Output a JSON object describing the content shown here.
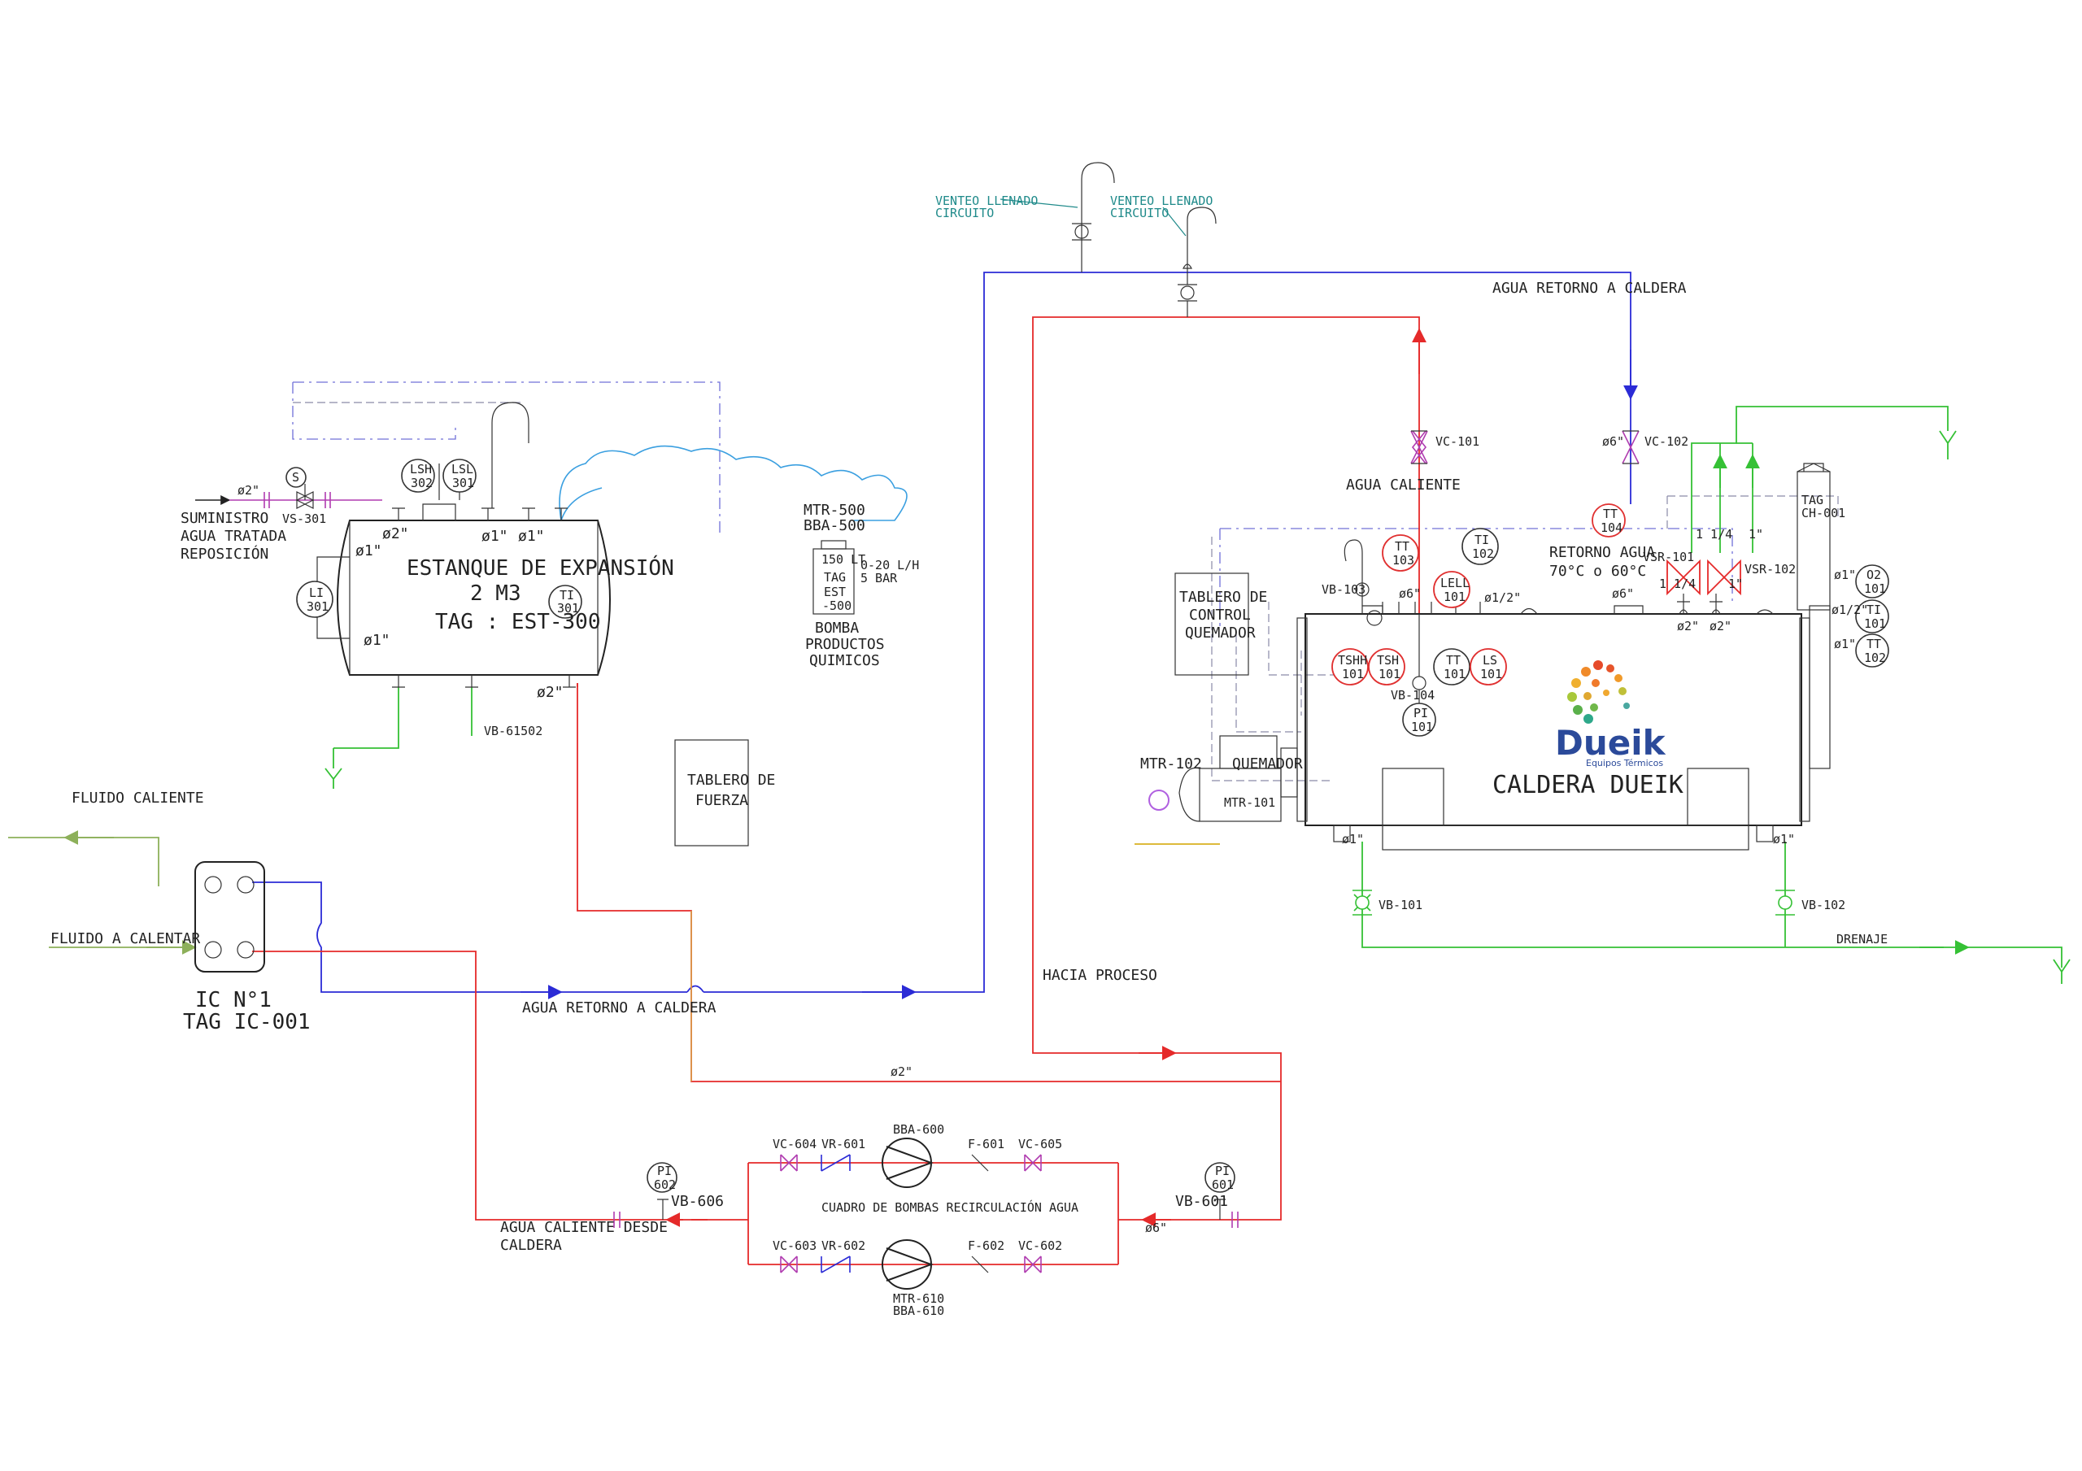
{
  "tank": {
    "title": "ESTANQUE DE EXPANSIÓN",
    "capacity": "2 M3",
    "tag": "TAG : EST-300",
    "supply": [
      "SUMINISTRO",
      "AGUA TRATADA",
      "REPOSICIÓN"
    ],
    "supply_size": "ø2\"",
    "valve_vs": "VS-301",
    "valve_vb": "VB-61502",
    "sizes": {
      "top_left": "ø2\"",
      "n1": "ø1\"",
      "n2": "ø1\"",
      "left_top": "ø1\"",
      "left_bottom": "ø1\"",
      "bottom_outlet": "ø2\""
    },
    "instruments": [
      {
        "id": "lsh",
        "line1": "LSH",
        "line2": "302"
      },
      {
        "id": "lsl",
        "line1": "LSL",
        "line2": "301"
      },
      {
        "id": "li",
        "line1": "LI",
        "line2": "301"
      },
      {
        "id": "ti",
        "line1": "TI",
        "line2": "301"
      },
      {
        "id": "s",
        "line1": "S",
        "line2": ""
      }
    ]
  },
  "dosing": {
    "tag_top": [
      "MTR-500",
      "BBA-500"
    ],
    "tank_label": [
      "150 LT",
      "TAG",
      "EST",
      "-500"
    ],
    "flow": [
      "0-20 L/H",
      "5 BAR"
    ],
    "caption": [
      "BOMBA",
      "PRODUCTOS",
      "QUIMICOS"
    ]
  },
  "panels": {
    "fuerza": [
      "TABLERO DE",
      "FUERZA"
    ],
    "control": [
      "TABLERO DE",
      "CONTROL",
      "QUEMADOR"
    ]
  },
  "vents": {
    "v1": [
      "VENTEO LLENADO",
      "CIRCUITO"
    ],
    "v2": [
      "VENTEO LLENADO",
      "CIRCUITO"
    ]
  },
  "boiler": {
    "name": "CALDERA DUEIK",
    "burner": [
      "QUEMADOR",
      "MTR-101"
    ],
    "burner_fan": "MTR-102",
    "chimney": [
      "TAG",
      "CH-001"
    ],
    "hot_water": "AGUA CALIENTE",
    "return_water": [
      "RETORNO AGUA",
      "70°C o 60°C"
    ],
    "return_top": "AGUA RETORNO A CALDERA",
    "vc101": "VC-101",
    "vc102": "VC-102",
    "vc102_size": "ø6\"",
    "vb103": "VB-103",
    "vb104": "VB-104",
    "vb101": "VB-101",
    "vb102": "VB-102",
    "drain": "DRENAJE",
    "vsr101": "VSR-101",
    "vsr102": "VSR-102",
    "sizes": {
      "s_vb103": "ø6\"",
      "s_lell": "ø1/2\"",
      "s_out": "ø6\"",
      "s_sv1": "ø2\"",
      "s_sv2": "ø2\"",
      "s_bl": "ø1\"",
      "s_br": "ø1\"",
      "s_r1": "ø1\"",
      "s_r2": "ø1/2\"",
      "s_r3": "ø1\"",
      "s_114a": "1 1/4",
      "s_114b": "1 1/4",
      "s_1a": "1\"",
      "s_1b": "1\""
    },
    "instruments": [
      {
        "id": "tt103",
        "line1": "TT",
        "line2": "103",
        "red": true
      },
      {
        "id": "ti102",
        "line1": "TI",
        "line2": "102",
        "red": false
      },
      {
        "id": "lell101",
        "line1": "LELL",
        "line2": "101",
        "red": true
      },
      {
        "id": "tshh101",
        "line1": "TSHH",
        "line2": "101",
        "red": true
      },
      {
        "id": "tsh101",
        "line1": "TSH",
        "line2": "101",
        "red": true
      },
      {
        "id": "tt101",
        "line1": "TT",
        "line2": "101",
        "red": false
      },
      {
        "id": "ls101",
        "line1": "LS",
        "line2": "101",
        "red": true
      },
      {
        "id": "pi101",
        "line1": "PI",
        "line2": "101",
        "red": false
      },
      {
        "id": "tt104",
        "line1": "TT",
        "line2": "104",
        "red": true
      },
      {
        "id": "o2101",
        "line1": "O2",
        "line2": "101",
        "red": false
      },
      {
        "id": "ti101",
        "line1": "TI",
        "line2": "101",
        "red": false
      },
      {
        "id": "tt102",
        "line1": "TT",
        "line2": "102",
        "red": false
      }
    ]
  },
  "exchanger": {
    "hot_fluid": "FLUIDO CALIENTE",
    "fluid_to_heat": "FLUIDO A CALENTAR",
    "name": "IC N°1",
    "tag": "TAG IC-001"
  },
  "loop": {
    "return_label": "AGUA RETORNO A CALDERA",
    "to_process": "HACIA PROCESO",
    "hot_from_boiler": [
      "AGUA CALIENTE DESDE",
      "CALDERA"
    ],
    "size_d2": "ø2\"",
    "size_d6": "ø6\"",
    "pump_station": "CUADRO DE BOMBAS RECIRCULACIÓN AGUA",
    "bba600": "BBA-600",
    "mtr610": [
      "MTR-610",
      "BBA-610"
    ],
    "valves": {
      "vc604": "VC-604",
      "vr601": "VR-601",
      "f601": "F-601",
      "vc605": "VC-605",
      "vc603": "VC-603",
      "vr602": "VR-602",
      "f602": "F-602",
      "vc602": "VC-602",
      "vb606": "VB-606",
      "vb601": "VB-601"
    },
    "pi602": [
      "PI",
      "602"
    ],
    "pi601": [
      "PI",
      "601"
    ]
  },
  "logo": {
    "brand": "Dueik",
    "sub": "Equipos Térmicos"
  },
  "colors": {
    "hot": "#e52a2a",
    "return": "#2b2bd6",
    "drain": "#35c135",
    "signal": "#7070d8",
    "makeup": "#b03cb0"
  }
}
